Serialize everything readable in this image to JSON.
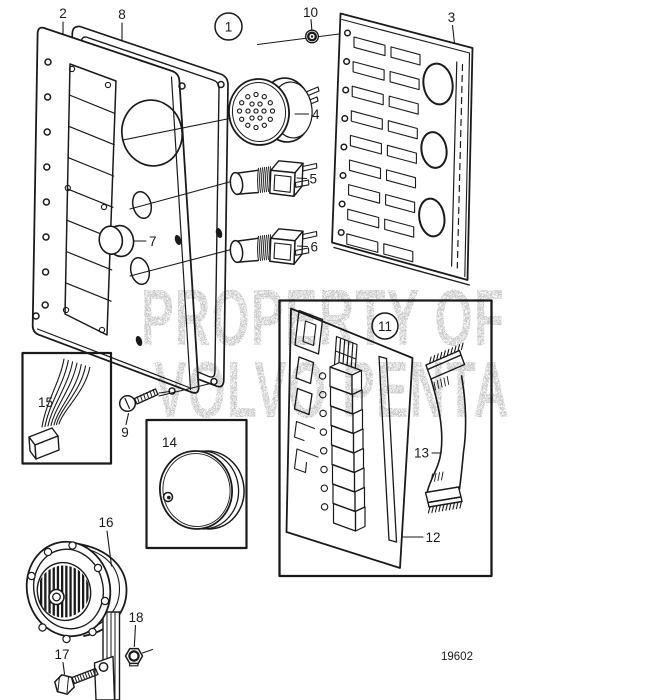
{
  "colors": {
    "line": "#1a1a1a",
    "background": "#ffffff",
    "watermark": "#b3b3b3"
  },
  "watermark": {
    "line1": "PROPERTY OF",
    "line2": "VOLVO PENTA"
  },
  "figure_number": "19602",
  "callouts": {
    "item1": "1",
    "item2": "2",
    "item3": "3",
    "item4": "4",
    "item5": "5",
    "item6": "6",
    "item7": "7",
    "item8": "8",
    "item9": "9",
    "item10": "10",
    "item11": "11",
    "item12": "12",
    "item13": "13",
    "item14": "14",
    "item15": "15",
    "item16": "16",
    "item17": "17",
    "item18": "18"
  }
}
